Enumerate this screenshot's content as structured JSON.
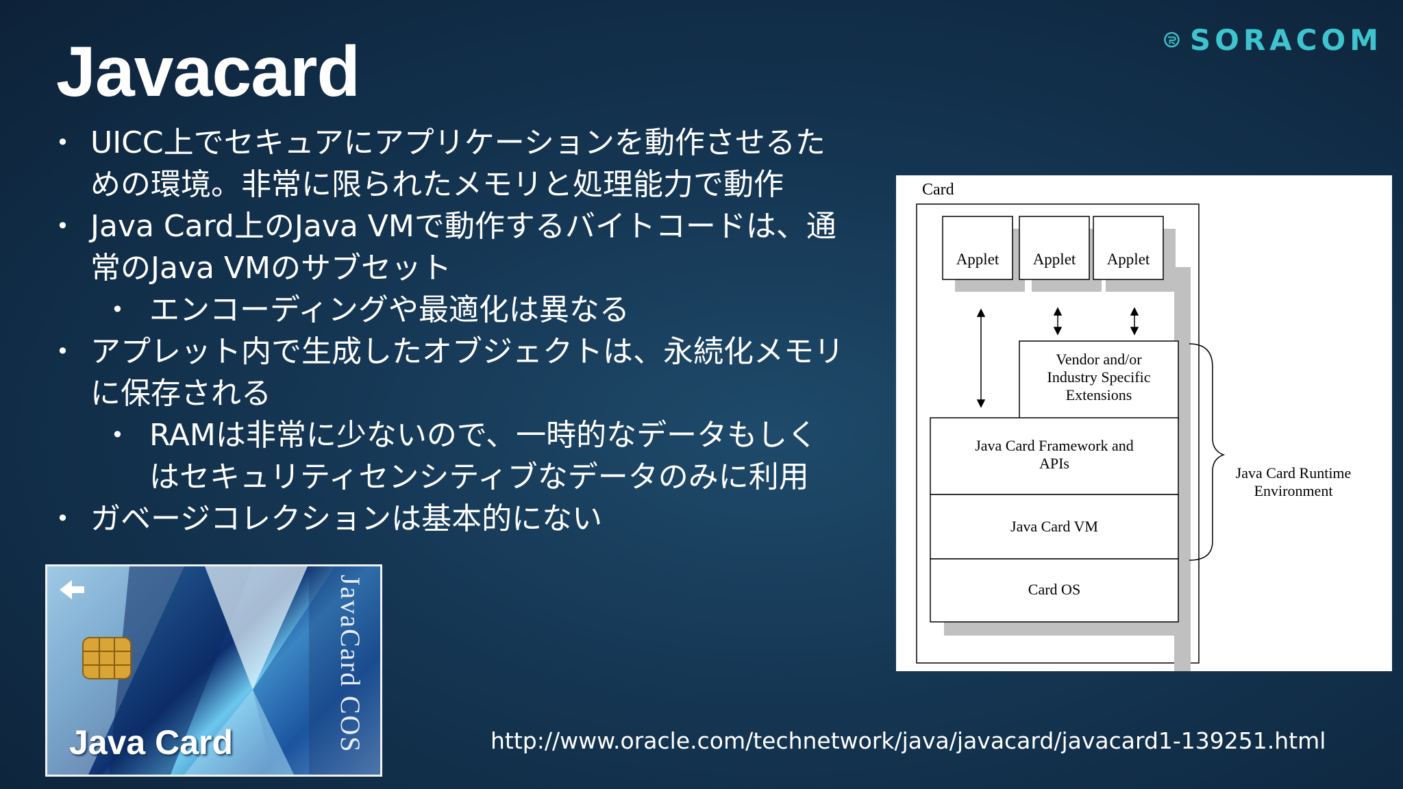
{
  "slide": {
    "title": "Javacard",
    "logo_text": "SORACOM",
    "bullets": [
      {
        "level": 1,
        "text": "UICC上でセキュアにアプリケーションを動作させるた"
      },
      {
        "level": 1,
        "text": "めの環境。非常に限られたメモリと処理能力で動作"
      },
      {
        "level": 1,
        "text": "Java Card上のJava VMで動作するバイトコードは、通"
      },
      {
        "level": 1,
        "text": "常のJava VMのサブセット"
      },
      {
        "level": 2,
        "text": "エンコーディングや最適化は異なる"
      },
      {
        "level": 1,
        "text": "アプレット内で生成したオブジェクトは、永続化メモリ"
      },
      {
        "level": 1,
        "text": "に保存される"
      },
      {
        "level": 2,
        "text": "RAMは非常に少ないので、一時的なデータもしく"
      },
      {
        "level": 2,
        "text": "はセキュリティセンシティブなデータのみに利用"
      },
      {
        "level": 1,
        "text": "ガベージコレクションは基本的にない"
      }
    ],
    "bullet_symbol": "•",
    "url": "http://www.oracle.com/technetwork/java/javacard/javacard1-139251.html"
  },
  "card_image": {
    "name": "Java Card",
    "side_text": "JavaCard COS"
  },
  "diagram": {
    "outer_label": "Card",
    "applets": [
      "Applet",
      "Applet",
      "Applet"
    ],
    "vendor": [
      "Vendor and/or",
      "Industry Specific",
      "Extensions"
    ],
    "framework": [
      "Java Card Framework and",
      "APIs"
    ],
    "vm": "Java Card VM",
    "os": "Card OS",
    "runtime": [
      "Java Card Runtime",
      "Environment"
    ]
  },
  "colors": {
    "logo": "#3fc4cf",
    "shadow": "#c0c0c0",
    "chip": "#d9a536"
  }
}
